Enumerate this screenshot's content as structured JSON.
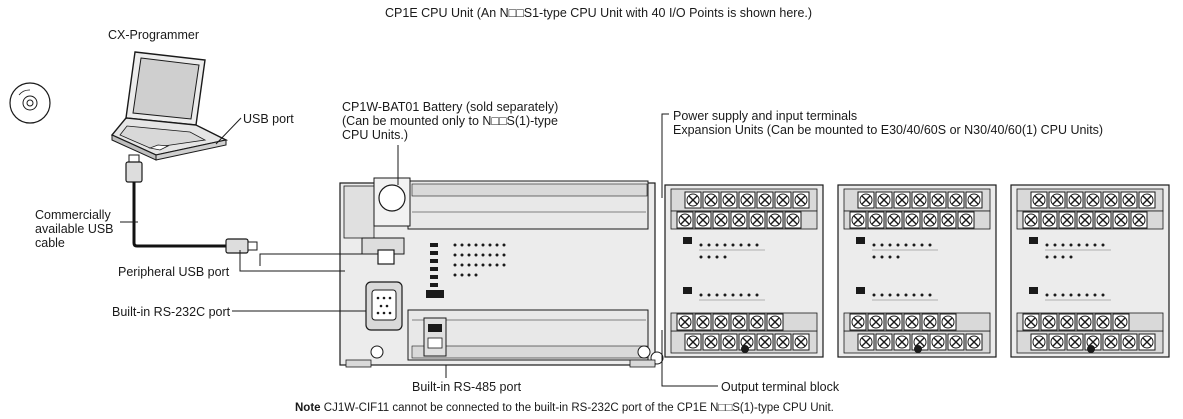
{
  "header": {
    "cpu_caption": "CP1E CPU Unit (An N□□S1-type CPU Unit with 40 I/O Points is shown here.)"
  },
  "labels": {
    "cx_programmer": "CX-Programmer",
    "usb_port": "USB port",
    "battery_line1": "CP1W-BAT01 Battery (sold separately)",
    "battery_line2": "(Can be mounted only to N□□S(1)-type",
    "battery_line3": "CPU Units.)",
    "power_supply": "Power supply and input terminals",
    "expansion_units": "Expansion Units (Can be mounted to E30/40/60S or N30/40/60(1) CPU Units)",
    "usb_cable_line1": "Commercially",
    "usb_cable_line2": "available USB",
    "usb_cable_line3": "cable",
    "peripheral_usb": "Peripheral USB port",
    "rs232c": "Built-in RS-232C port",
    "rs485": "Built-in RS-485 port",
    "output_terminal": "Output terminal block"
  },
  "note": {
    "prefix": "Note",
    "text": " CJ1W-CIF11 cannot be connected to the built-in RS-232C port of the CP1E N□□S(1)-type CPU Unit."
  },
  "colors": {
    "line": "#1a1a1a",
    "unit_fill": "#e9e9e9",
    "terminal_fill": "#d4d4d4",
    "cable": "#111111"
  }
}
